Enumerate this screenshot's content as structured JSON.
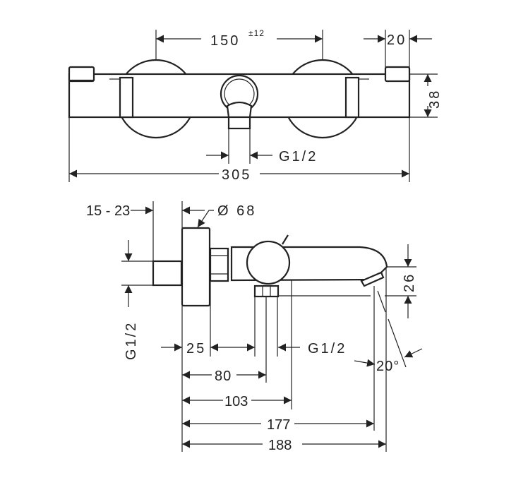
{
  "top_view": {
    "dim_center_distance": "150",
    "dim_center_tolerance": "±12",
    "dim_cap_width": "20",
    "dim_body_height": "38",
    "dim_outlet_thread": "G1/2",
    "dim_overall_width": "305"
  },
  "side_view": {
    "dim_wall_offset": "15 - 23",
    "dim_flange_diameter": "Ø 68",
    "dim_inlet_thread": "G1/2",
    "dim_flange_depth": "25",
    "dim_outlet_thread": "G1/2",
    "dim_spout_height": "26",
    "dim_spout_angle": "20°",
    "dim_outlet_distance": "80",
    "dim_knob_distance": "103",
    "dim_spout_outlet_distance": "177",
    "dim_overall_depth": "188"
  }
}
